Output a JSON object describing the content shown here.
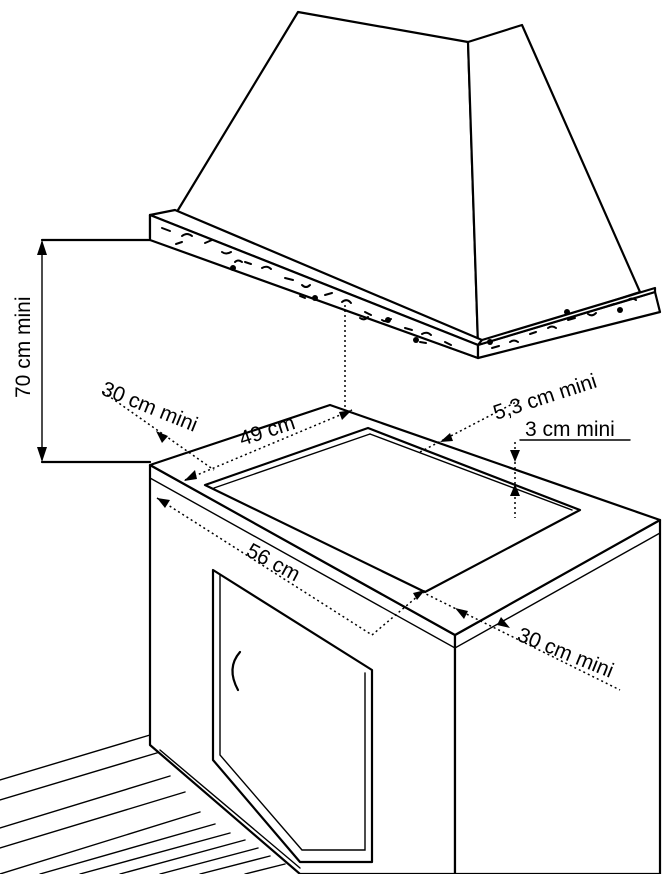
{
  "labels": {
    "hood_height": "70 cm mini",
    "side_left": "30 cm mini",
    "width_cutout": "49 cm",
    "front_gap": "5,3 cm mini",
    "rear_gap": "3 cm mini",
    "depth_cutout": "56 cm",
    "side_right": "30 cm mini"
  },
  "colors": {
    "line": "#000000",
    "background": "#ffffff"
  }
}
